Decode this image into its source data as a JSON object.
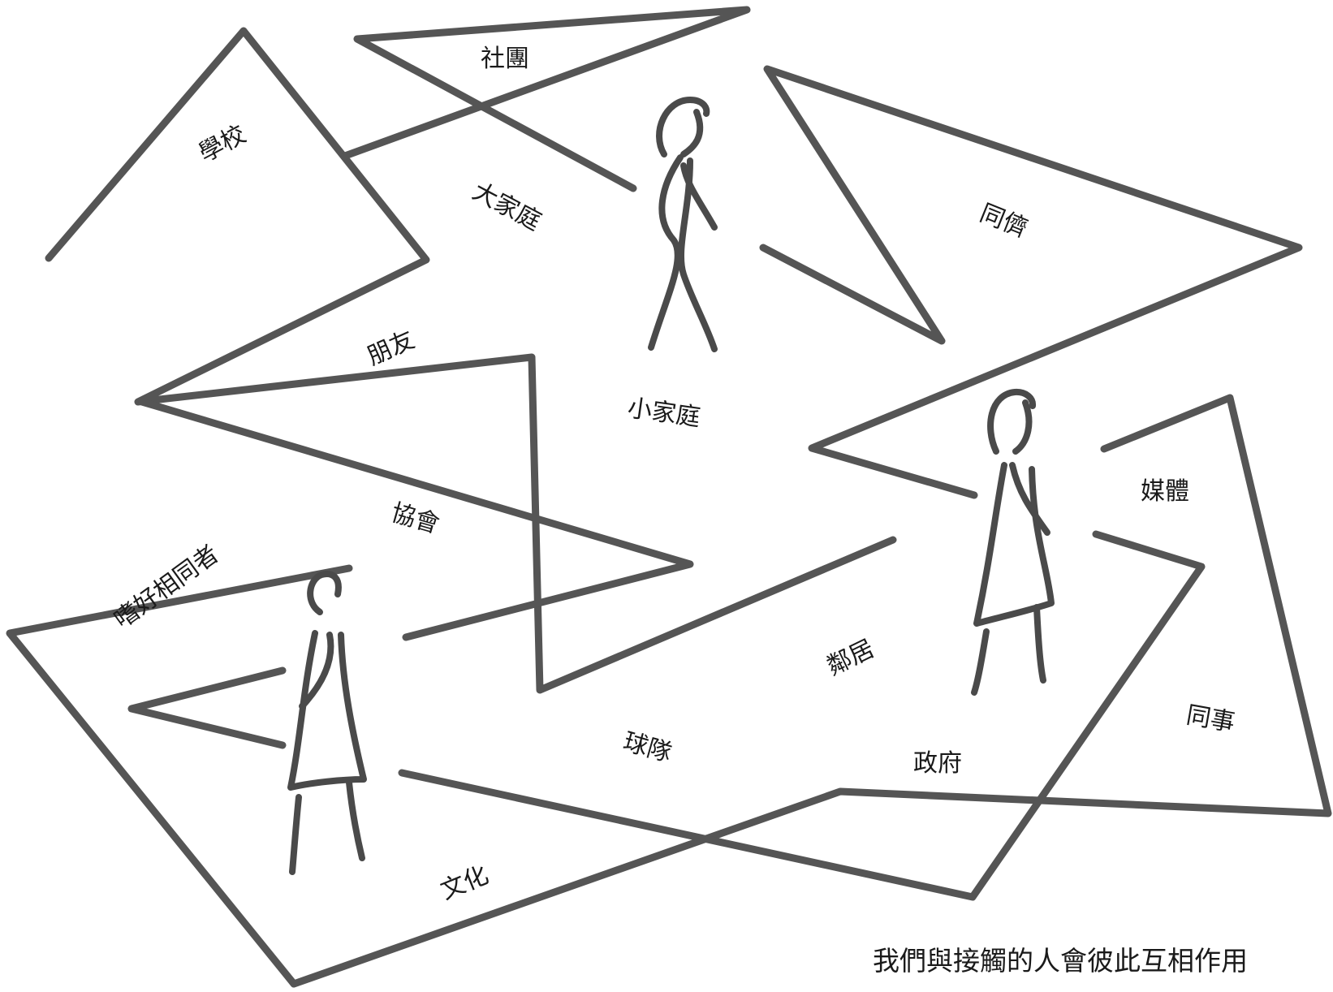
{
  "labels": {
    "school": "學校",
    "club": "社團",
    "extended_family": "大家庭",
    "peers": "同儕",
    "friends": "朋友",
    "nuclear_family": "小家庭",
    "association": "協會",
    "hobby_peers": "嗜好相同者",
    "media": "媒體",
    "neighbors": "鄰居",
    "team": "球隊",
    "government": "政府",
    "colleagues": "同事",
    "culture": "文化"
  },
  "caption": "我們與接觸的人會彼此互相作用"
}
